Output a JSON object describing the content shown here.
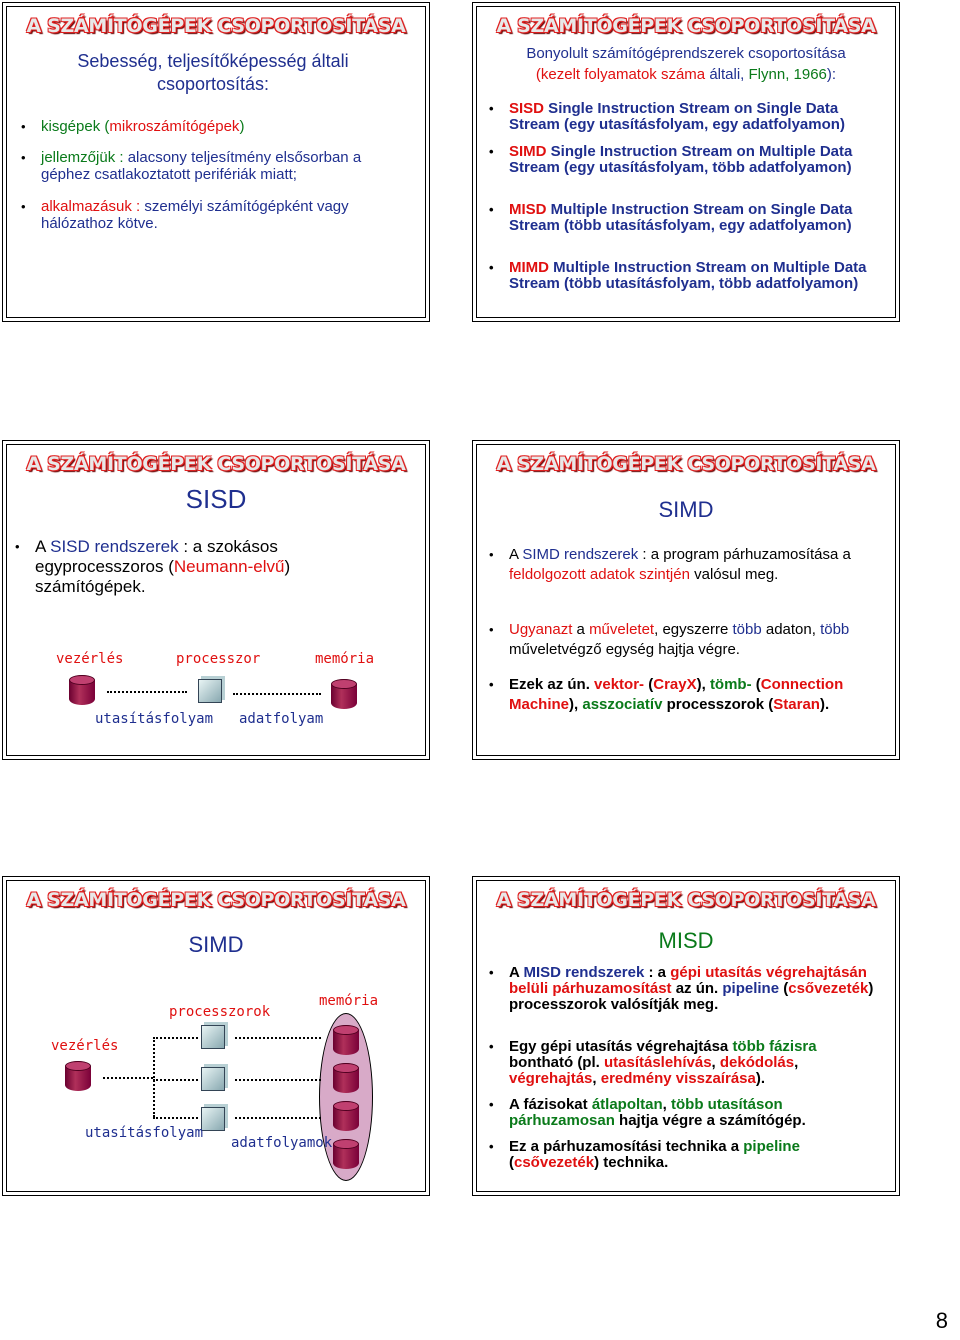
{
  "header": "A SZÁMÍTÓGÉPEK CSOPORTOSÍTÁSA",
  "s1": {
    "title": "Sebesség, teljesítőképesség általi csoportosítás:",
    "b1a": "kisgépek (",
    "b1b": "mikroszámítógépek",
    "b1c": ")",
    "b2a": "jellemzőjük :",
    "b2b": " alacsony teljesítmény elsősorban a géphez csatlakoztatott perifériák miatt;",
    "b3a": "alkalmazásuk :",
    "b3b": " személyi számítógépként vagy hálózathoz kötve."
  },
  "s2": {
    "intro1": "Bonyolult számítógéprendszerek csoportosítása",
    "intro2a": "(kezelt folyamatok száma",
    "intro2b": " általi,",
    "intro2c": " Flynn, 1966",
    "intro2d": "):",
    "items": [
      {
        "abbr": "SISD",
        "text": " Single Instruction Stream on Single Data Stream (egy utasításfolyam, egy adatfolyamon)"
      },
      {
        "abbr": "SIMD",
        "text": " Single Instruction Stream on Multiple Data Stream (egy utasításfolyam, több adatfolyamon)"
      },
      {
        "abbr": "MISD",
        "text": " Multiple Instruction Stream on Single Data Stream (több utasításfolyam, egy adatfolyamon)"
      },
      {
        "abbr": "MIMD",
        "text": " Multiple Instruction Stream on Multiple Data Stream (több utasításfolyam, több adatfolyamon)"
      }
    ]
  },
  "s3": {
    "subtitle": "SISD",
    "text_a": "A ",
    "text_b": "SISD rendszerek",
    "text_c": " : a szokásos egyprocesszoros (",
    "text_d": "Neumann-elvű",
    "text_e": ") számítógépek.",
    "lbl_vezerles": "vezérlés",
    "lbl_processzor": "processzor",
    "lbl_memoria": "memória",
    "lbl_utasitas": "utasításfolyam",
    "lbl_adat": "adatfolyam"
  },
  "s4": {
    "subtitle": "SIMD",
    "b1a": "A ",
    "b1b": "SIMD rendszerek",
    "b1c": " : a program párhuzamosítása a ",
    "b1d": "feldolgozott adatok szintjén",
    "b1e": " valósul meg.",
    "b2a": "Ugyanazt",
    "b2b": " a ",
    "b2c": "műveletet",
    "b2d": ", egyszerre ",
    "b2e": "több",
    "b2f": " adaton, ",
    "b2g": "több",
    "b2h": " műveletvégző egység hajtja végre.",
    "b3a": "Ezek az ún. ",
    "b3b": "vektor-",
    "b3c": " (",
    "b3d": "CrayX",
    "b3e": "), ",
    "b3f": "tömb-",
    "b3g": " (",
    "b3h": "Connection Machine",
    "b3i": "), ",
    "b3j": "asszociatív",
    "b3k": " processzorok (",
    "b3l": "Staran",
    "b3m": ")."
  },
  "s5": {
    "subtitle": "SIMD",
    "lbl_processzorok": "processzorok",
    "lbl_memoria": "memória",
    "lbl_vezerles": "vezérlés",
    "lbl_utasitas": "utasításfolyam",
    "lbl_adat": "adatfolyamok"
  },
  "s6": {
    "subtitle": "MISD",
    "b1a": "A ",
    "b1b": "MISD rendszerek",
    "b1c": " : a ",
    "b1d": "gépi utasítás végrehajtásán belüli párhuzamosítást",
    "b1e": " az ún. ",
    "b1f": "pipeline",
    "b1g": " (",
    "b1h": "csővezeték",
    "b1i": ") processzorok valósítják meg.",
    "b2a": "Egy gépi utasítás végrehajtása ",
    "b2b": "több fázisra",
    "b2c": " bontható (pl. ",
    "b2d": "utasításlehívás",
    "b2e": ", ",
    "b2f": "dekódolás",
    "b2g": ", ",
    "b2h": "végrehajtás",
    "b2i": ", ",
    "b2j": "eredmény visszaírása",
    "b2k": ").",
    "b3a": "A fázisokat ",
    "b3b": "átlapoltan",
    "b3c": ", ",
    "b3d": "több utasításon párhuzamosan",
    "b3e": " hajtja végre a számítógép.",
    "b4a": "Ez a párhuzamosítási technika a ",
    "b4b": "pipeline",
    "b4c": " (",
    "b4d": "csővezeték",
    "b4e": ") technika."
  },
  "page_number": "8"
}
